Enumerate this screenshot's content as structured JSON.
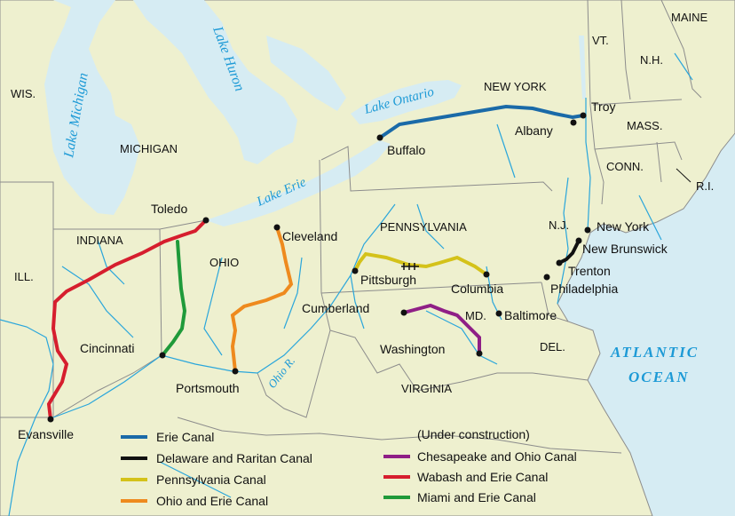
{
  "colors": {
    "land": "#eef0cf",
    "water": "#d6ecf3",
    "river": "#2aa6db",
    "border": "#8c8c8c",
    "erie": "#1a6aa8",
    "delaware": "#111111",
    "pennsylvania": "#d4c21a",
    "ohio_erie": "#ee8a1e",
    "chesapeake": "#8f1f86",
    "wabash": "#d61e2e",
    "miami": "#1f9a3a"
  },
  "states": {
    "wis": "WIS.",
    "michigan": "MICHIGAN",
    "indiana": "INDIANA",
    "ill": "ILL.",
    "ohio": "OHIO",
    "pennsylvania": "PENNSYLVANIA",
    "new_york": "NEW YORK",
    "vt": "VT.",
    "maine": "MAINE",
    "nh": "N.H.",
    "mass": "MASS.",
    "conn": "CONN.",
    "ri": "R.I.",
    "nj": "N.J.",
    "md": "MD.",
    "del": "DEL.",
    "virginia": "VIRGINIA"
  },
  "water": {
    "lake_michigan": "Lake Michigan",
    "lake_huron": "Lake Huron",
    "lake_erie": "Lake Erie",
    "lake_ontario": "Lake Ontario",
    "ohio_river": "Ohio R.",
    "ocean_line1": "ATLANTIC",
    "ocean_line2": "OCEAN"
  },
  "cities": {
    "troy": "Troy",
    "albany": "Albany",
    "buffalo": "Buffalo",
    "toledo": "Toledo",
    "cleveland": "Cleveland",
    "new_york": "New York",
    "new_brunswick": "New Brunswick",
    "trenton": "Trenton",
    "philadelphia": "Philadelphia",
    "pittsburgh": "Pittsburgh",
    "columbia": "Columbia",
    "cumberland": "Cumberland",
    "baltimore": "Baltimore",
    "washington": "Washington",
    "cincinnati": "Cincinnati",
    "portsmouth": "Portsmouth",
    "evansville": "Evansville"
  },
  "legend": {
    "erie": "Erie Canal",
    "delaware": "Delaware and Raritan Canal",
    "pennsylvania": "Pennsylvania Canal",
    "ohio_erie": "Ohio and Erie Canal",
    "under_construction": "(Under construction)",
    "chesapeake": "Chesapeake and Ohio Canal",
    "wabash": "Wabash and Erie Canal",
    "miami": "Miami and Erie Canal"
  }
}
